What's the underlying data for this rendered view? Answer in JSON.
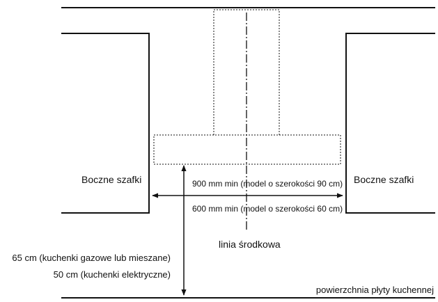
{
  "labels": {
    "left_cabinet": "Boczne szafki",
    "right_cabinet": "Boczne szafki",
    "width_90": "900 mm min (model o szerokości 90 cm)",
    "width_60": "600 mm min (model o szerokości 60 cm)",
    "centerline": "linia środkowa",
    "height_gas": "65 cm (kuchenki gazowe lub mieszane)",
    "height_electric": "50 cm (kuchenki elektryczne)",
    "surface": "powierzchnia płyty kuchennej"
  },
  "colors": {
    "line": "#111111",
    "background": "#ffffff"
  }
}
